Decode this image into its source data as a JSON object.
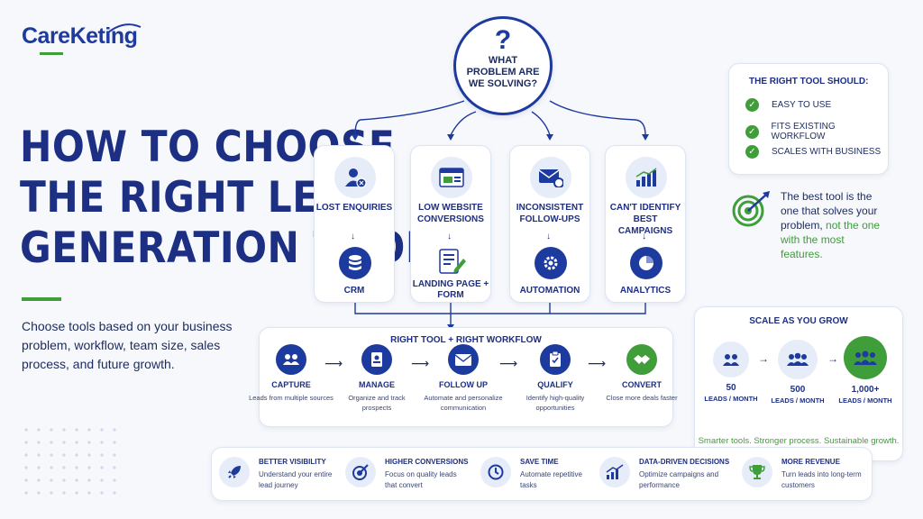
{
  "brand": {
    "name": "CareKeting"
  },
  "headline": {
    "line1": "HOW TO CHOOSE",
    "line2": "THE RIGHT LEAD",
    "line3": "GENERATION TOOLS"
  },
  "subtitle": "Choose tools based on your business problem, workflow, team size, sales process, and future growth.",
  "question": {
    "mark": "?",
    "text": "WHAT PROBLEM ARE WE SOLVING?"
  },
  "problems": [
    {
      "problem": "LOST ENQUIRIES",
      "problem_icon": "user-remove-icon",
      "tool": "CRM",
      "tool_icon": "database-icon"
    },
    {
      "problem": "LOW WEBSITE CONVERSIONS",
      "problem_icon": "browser-window-icon",
      "tool": "LANDING PAGE + FORM",
      "tool_icon": "form-edit-icon"
    },
    {
      "problem": "INCONSISTENT FOLLOW-UPS",
      "problem_icon": "email-gear-icon",
      "tool": "AUTOMATION",
      "tool_icon": "gear-icon"
    },
    {
      "problem": "CAN'T IDENTIFY BEST CAMPAIGNS",
      "problem_icon": "bar-chart-icon",
      "tool": "ANALYTICS",
      "tool_icon": "pie-chart-icon"
    }
  ],
  "checklist": {
    "title": "THE RIGHT TOOL SHOULD:",
    "items": [
      "EASY TO USE",
      "FITS EXISTING WORKFLOW",
      "SCALES WITH BUSINESS"
    ]
  },
  "quote": {
    "part1": "The best tool is the one that solves your problem,",
    "part2": "not the one with the most features."
  },
  "workflow": {
    "title": "RIGHT TOOL + RIGHT WORKFLOW",
    "steps": [
      {
        "label": "CAPTURE",
        "desc": "Leads from multiple sources",
        "icon": "users-icon"
      },
      {
        "label": "MANAGE",
        "desc": "Organize and track prospects",
        "icon": "contact-card-icon"
      },
      {
        "label": "FOLLOW UP",
        "desc": "Automate and personalize communication",
        "icon": "envelope-icon"
      },
      {
        "label": "QUALIFY",
        "desc": "Identify high-quality opportunities",
        "icon": "clipboard-check-icon"
      },
      {
        "label": "CONVERT",
        "desc": "Close more deals faster",
        "icon": "handshake-icon"
      }
    ]
  },
  "scale": {
    "title": "SCALE AS YOU GROW",
    "levels": [
      {
        "value": "50",
        "label": "LEADS / MONTH"
      },
      {
        "value": "500",
        "label": "LEADS / MONTH"
      },
      {
        "value": "1,000+",
        "label": "LEADS / MONTH"
      }
    ],
    "caption": "Smarter tools. Stronger process. Sustainable growth."
  },
  "benefits": [
    {
      "title": "BETTER VISIBILITY",
      "desc": "Understand your entire lead journey",
      "icon": "rocket-icon"
    },
    {
      "title": "HIGHER CONVERSIONS",
      "desc": "Focus on quality leads that convert",
      "icon": "target-icon"
    },
    {
      "title": "SAVE TIME",
      "desc": "Automate repetitive tasks",
      "icon": "clock-icon"
    },
    {
      "title": "DATA-DRIVEN DECISIONS",
      "desc": "Optimize campaigns and performance",
      "icon": "trend-chart-icon"
    },
    {
      "title": "MORE REVENUE",
      "desc": "Turn leads into long-term customers",
      "icon": "trophy-icon"
    }
  ],
  "colors": {
    "primary": "#1d3a9e",
    "accent_green": "#3f9d3a",
    "background": "#f6f8fc"
  }
}
